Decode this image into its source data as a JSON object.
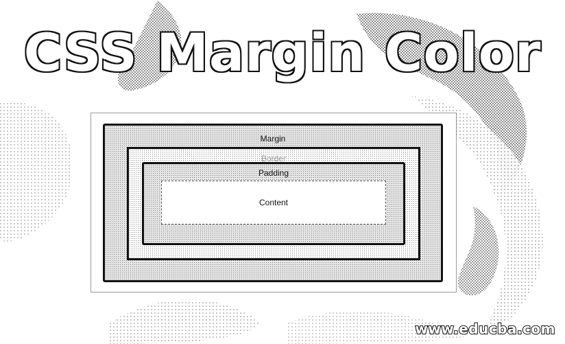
{
  "title": "CSS Margin Color",
  "diagram": {
    "margin_label": "Margin",
    "border_label": "Border",
    "padding_label": "Padding",
    "content_label": "Content"
  },
  "watermark": "www.educba.com",
  "colors": {
    "outline": "#111111",
    "fill_dotted": "#e6e6e6",
    "border_label": "#9a9a9a"
  }
}
